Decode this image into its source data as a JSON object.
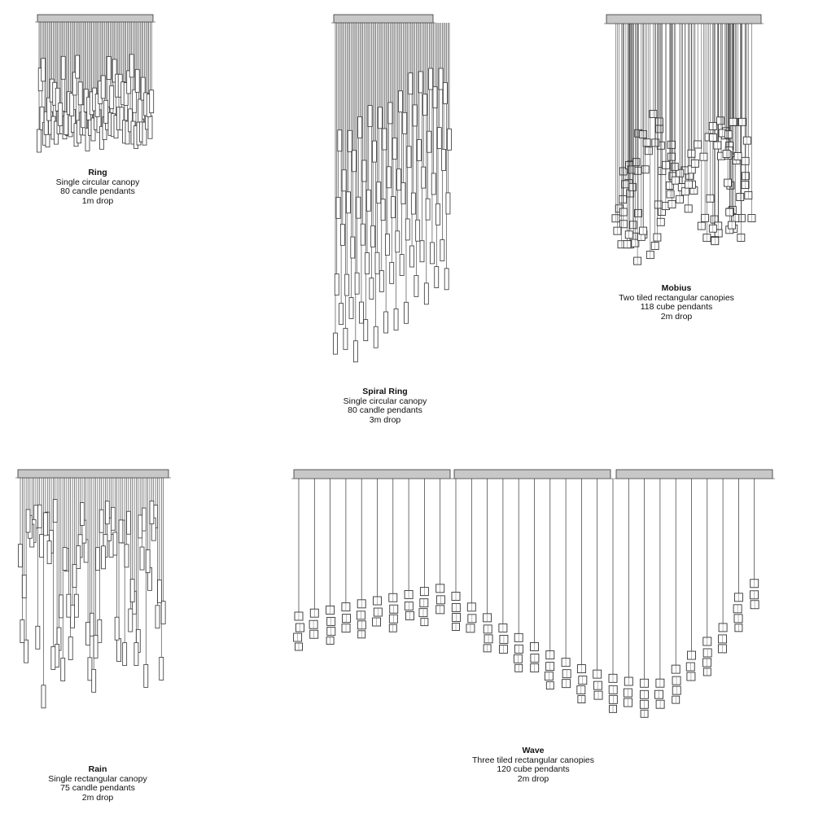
{
  "configurations": [
    {
      "name": "Ring",
      "canopy": "Single circular canopy",
      "pendants": "80 candle pendants",
      "drop": "1m drop"
    },
    {
      "name": "Spiral Ring",
      "canopy": "Single circular canopy",
      "pendants": "80 candle pendants",
      "drop": "3m drop"
    },
    {
      "name": "Mobius",
      "canopy": "Two tiled rectangular canopies",
      "pendants": "118 cube pendants",
      "drop": "2m drop"
    },
    {
      "name": "Rain",
      "canopy": "Single rectangular canopy",
      "pendants": "75 candle pendants",
      "drop": "2m drop"
    },
    {
      "name": "Wave",
      "canopy": "Three tiled rectangular canopies",
      "pendants": "120 cube pendants",
      "drop": "2m drop"
    }
  ],
  "colors": {
    "canopy": "#c8c8c8",
    "line": "#333333"
  }
}
